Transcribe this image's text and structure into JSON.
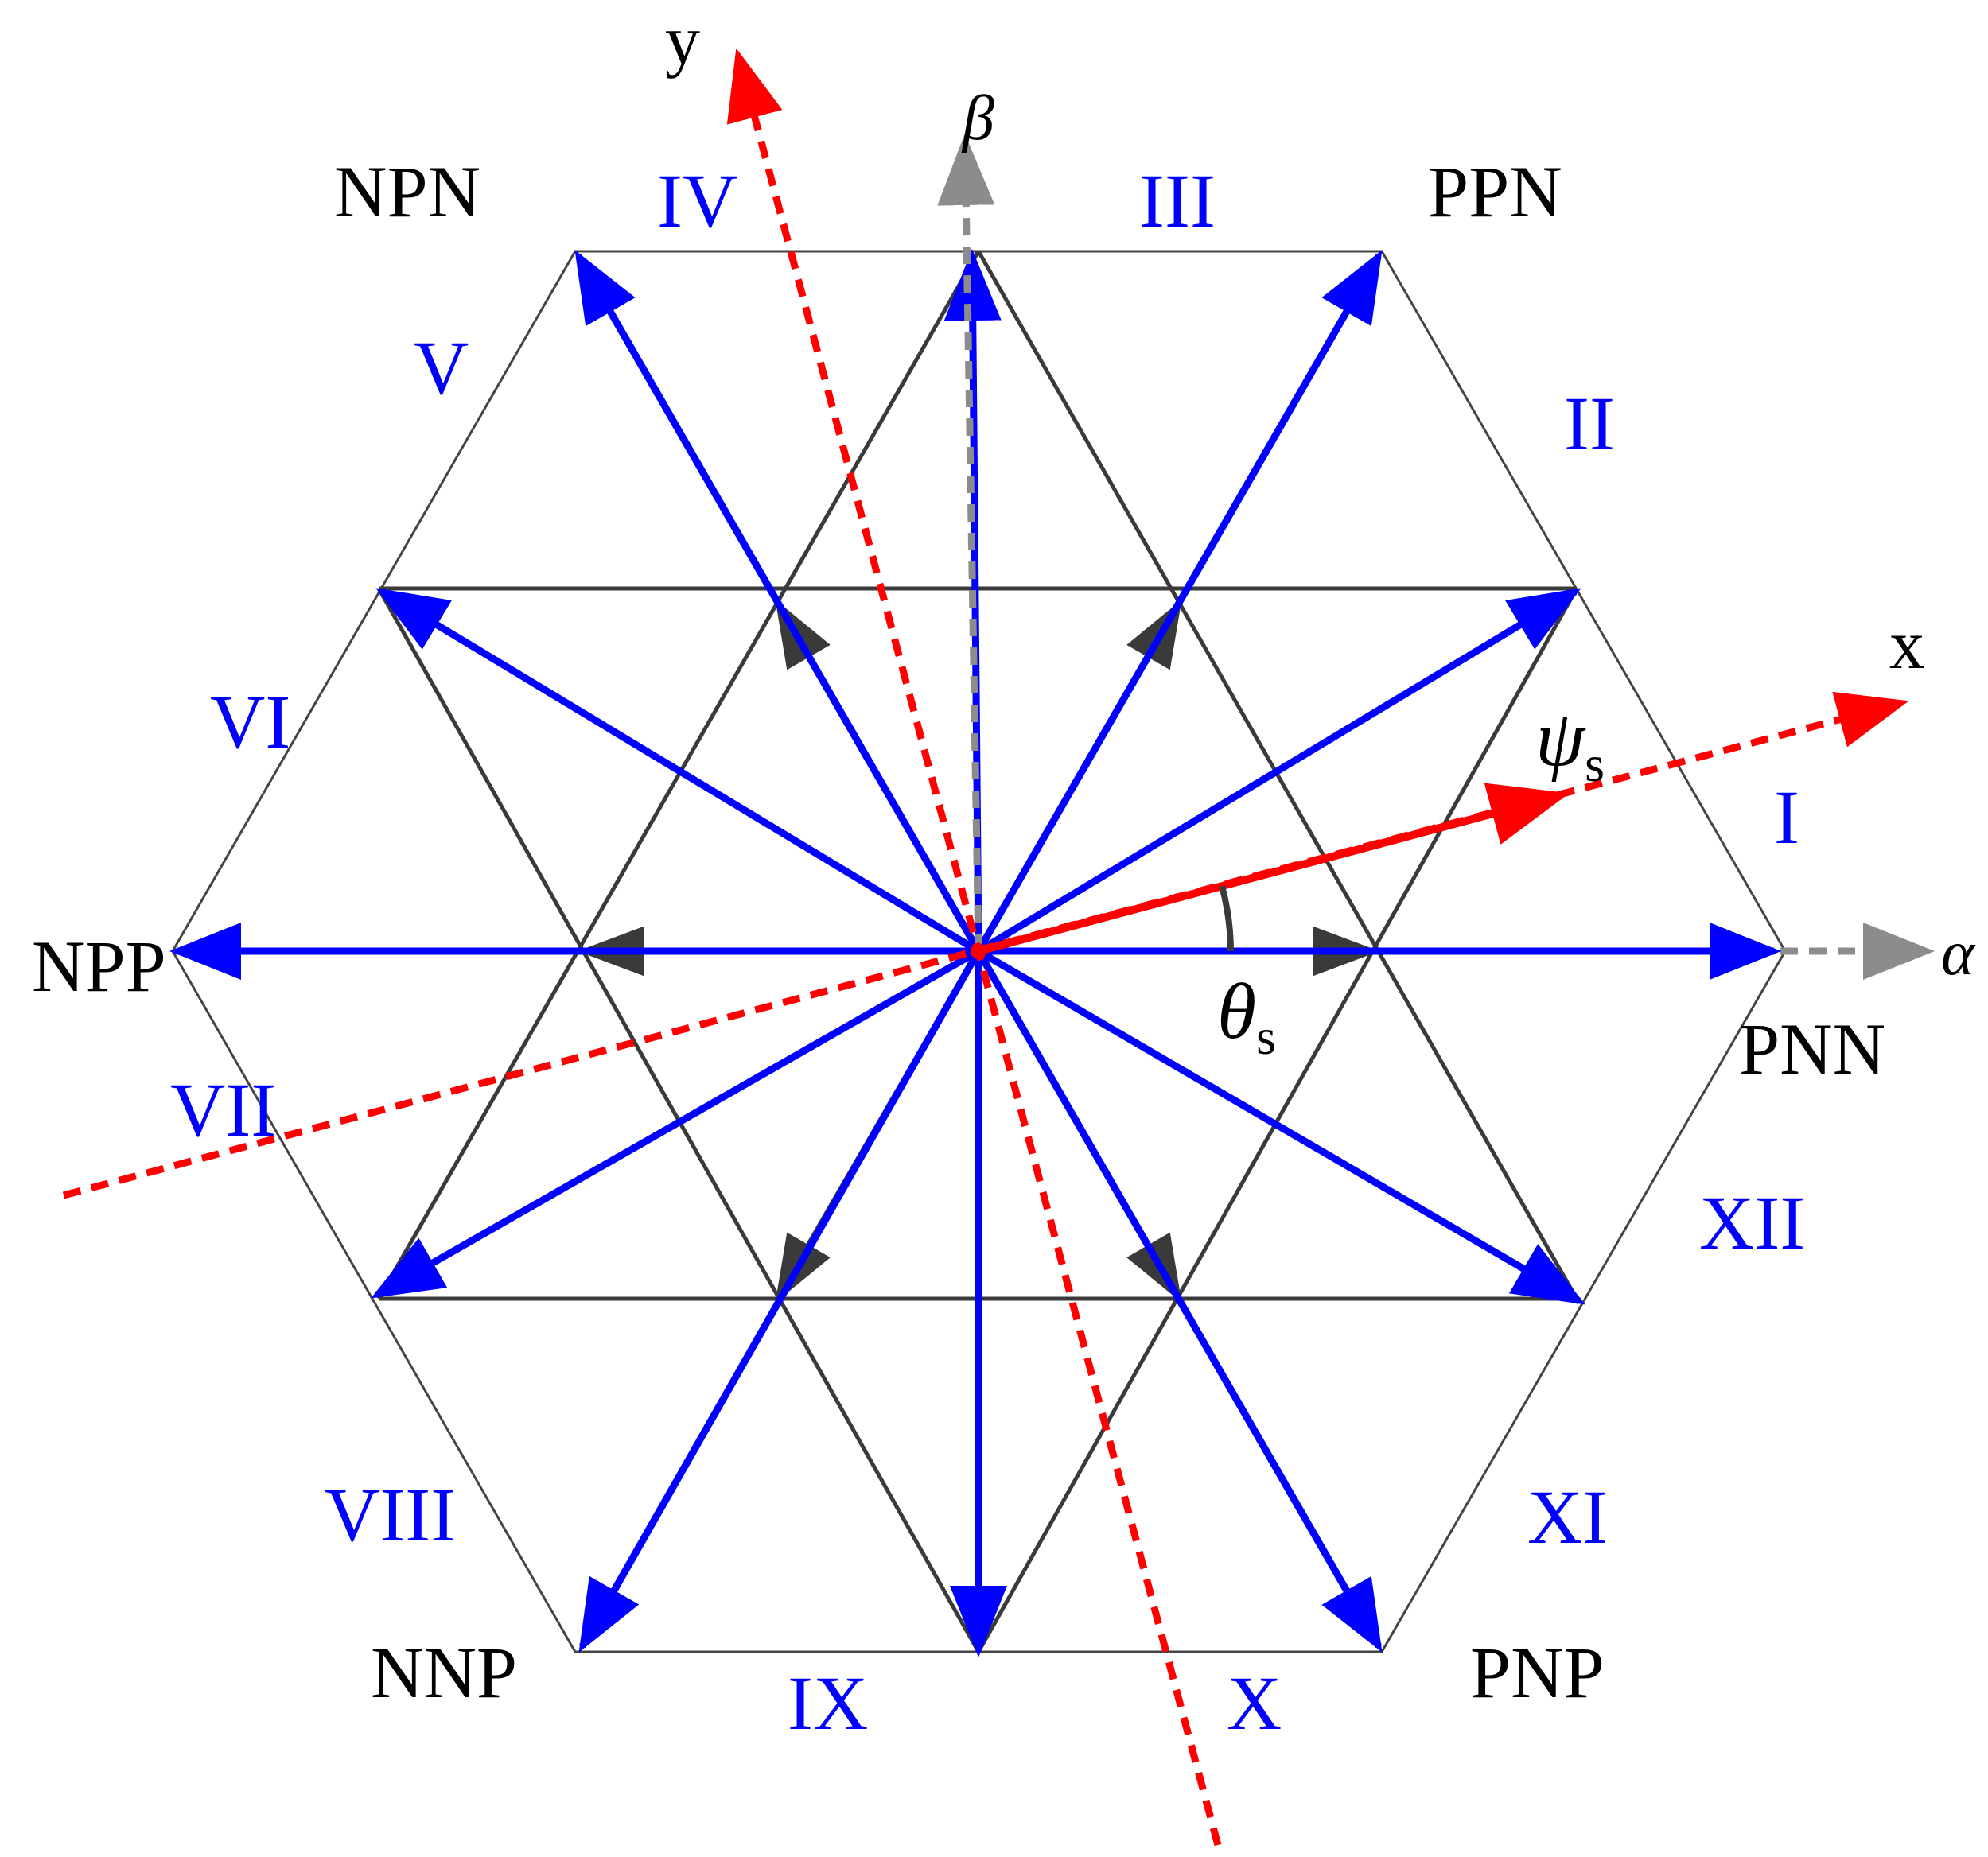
{
  "colors": {
    "background": "#ffffff",
    "grid_line": "#3a3a3a",
    "hex_outline": "#444444",
    "voltage_vector": "#0000ff",
    "small_vector": "#3a3a3a",
    "stationary_axis": "#8c8c8c",
    "rotating_axis": "#ff0000",
    "flux_vector": "#ff0000",
    "label_text": "#000000",
    "sector_text": "#0000ff"
  },
  "axes": {
    "alpha": "α",
    "beta": "β",
    "x": "x",
    "y": "y"
  },
  "flux": {
    "symbol": "ψ",
    "subscript": "s"
  },
  "angle": {
    "symbol": "θ",
    "subscript": "s"
  },
  "vectors": {
    "pnn": "PNN",
    "ppn": "PPN",
    "npn": "NPN",
    "npp": "NPP",
    "nnp": "NNP",
    "pnp": "PNP"
  },
  "sectors": {
    "s1": "I",
    "s2": "II",
    "s3": "III",
    "s4": "IV",
    "s5": "V",
    "s6": "VI",
    "s7": "VII",
    "s8": "VIII",
    "s9": "IX",
    "s10": "X",
    "s11": "XI",
    "s12": "XII"
  },
  "icons": {
    "arrowhead": "filled-triangle"
  }
}
